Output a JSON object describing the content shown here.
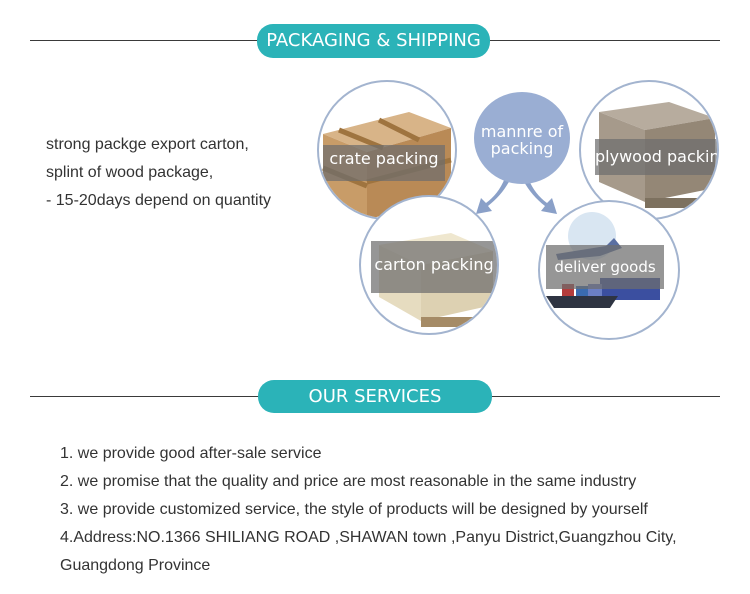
{
  "packaging": {
    "title": "PACKAGING & SHIPPING",
    "desc": [
      "strong packge export carton,",
      "splint of wood package,",
      "- 15-20days depend on quantity"
    ],
    "center_label_line1": "mannre of",
    "center_label_line2": "packing",
    "items": [
      {
        "label": "crate packing",
        "icon": "wooden-crate-photo"
      },
      {
        "label": "plywood packing",
        "icon": "plywood-box-photo"
      },
      {
        "label": "carton packing",
        "icon": "carton-box-photo"
      },
      {
        "label": "deliver goods",
        "icon": "ship-plane-truck-photo"
      }
    ]
  },
  "services": {
    "title": "OUR SERVICES",
    "items": [
      "1. we provide good after-sale service",
      "2. we promise that the quality and price are most reasonable in the same industry",
      "3. we provide customized service, the style of products will be designed by yourself",
      "4.Address:NO.1366 SHILIANG ROAD ,SHAWAN town ,Panyu District,Guangzhou City,",
      "Guangdong Province"
    ]
  },
  "colors": {
    "accent": "#2bb3b8",
    "circle_border": "#a3b4cf",
    "center_circle": "#9aaed3"
  }
}
